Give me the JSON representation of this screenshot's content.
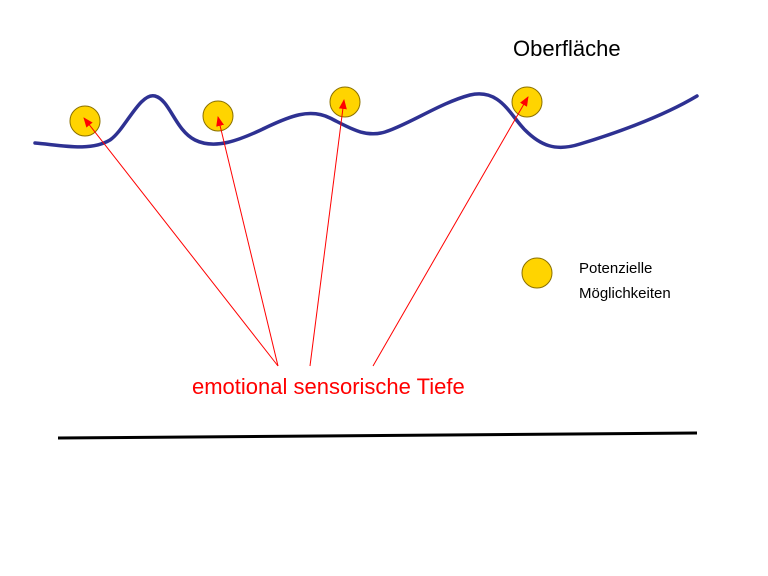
{
  "labels": {
    "surface": "Oberfläche",
    "depth": "emotional sensorische Tiefe",
    "legend_line1": "Potenzielle",
    "legend_line2": "Möglichkeiten"
  },
  "colors": {
    "surface_line": "#2e3192",
    "arrow": "#ff0000",
    "depth_text": "#ff0000",
    "circle_fill": "#ffd400",
    "circle_stroke": "#8a7000",
    "baseline": "#000000",
    "text": "#000000"
  },
  "icons": {
    "possibility_marker": "yellow-circle",
    "arrow_head": "arrowhead"
  },
  "counts": {
    "possibilities": 4
  }
}
